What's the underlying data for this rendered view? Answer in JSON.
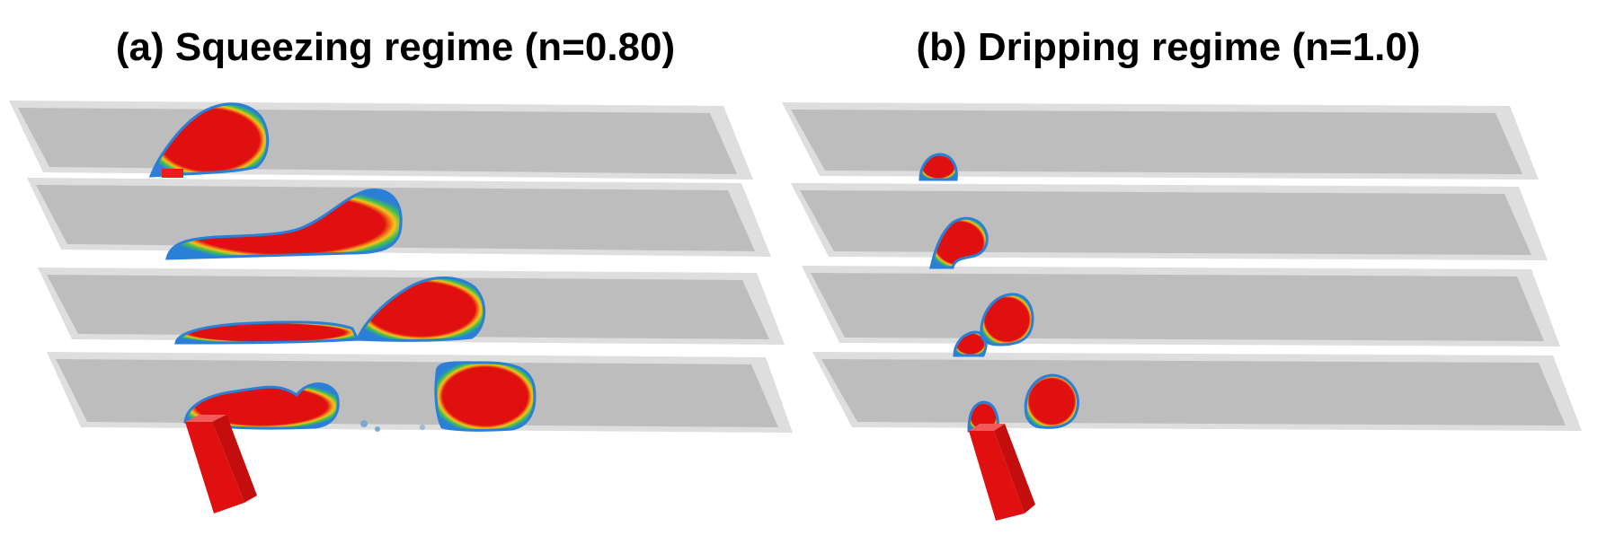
{
  "panels": [
    {
      "id": "a",
      "title": "(a) Squeezing regime (n=0.80)"
    },
    {
      "id": "b",
      "title": "(b) Dripping regime (n=1.0)"
    }
  ],
  "colors": {
    "channel_face": "#bfbfbf",
    "channel_edge": "#d9d9d9",
    "channel_outline": "#e6e6e6",
    "fluid_core": "#e01010",
    "fluid_rim_1": "#f7c21b",
    "fluid_rim_2": "#3fbf4f",
    "fluid_rim_3": "#2a7fd6",
    "inlet_red": "#f41a1a"
  }
}
